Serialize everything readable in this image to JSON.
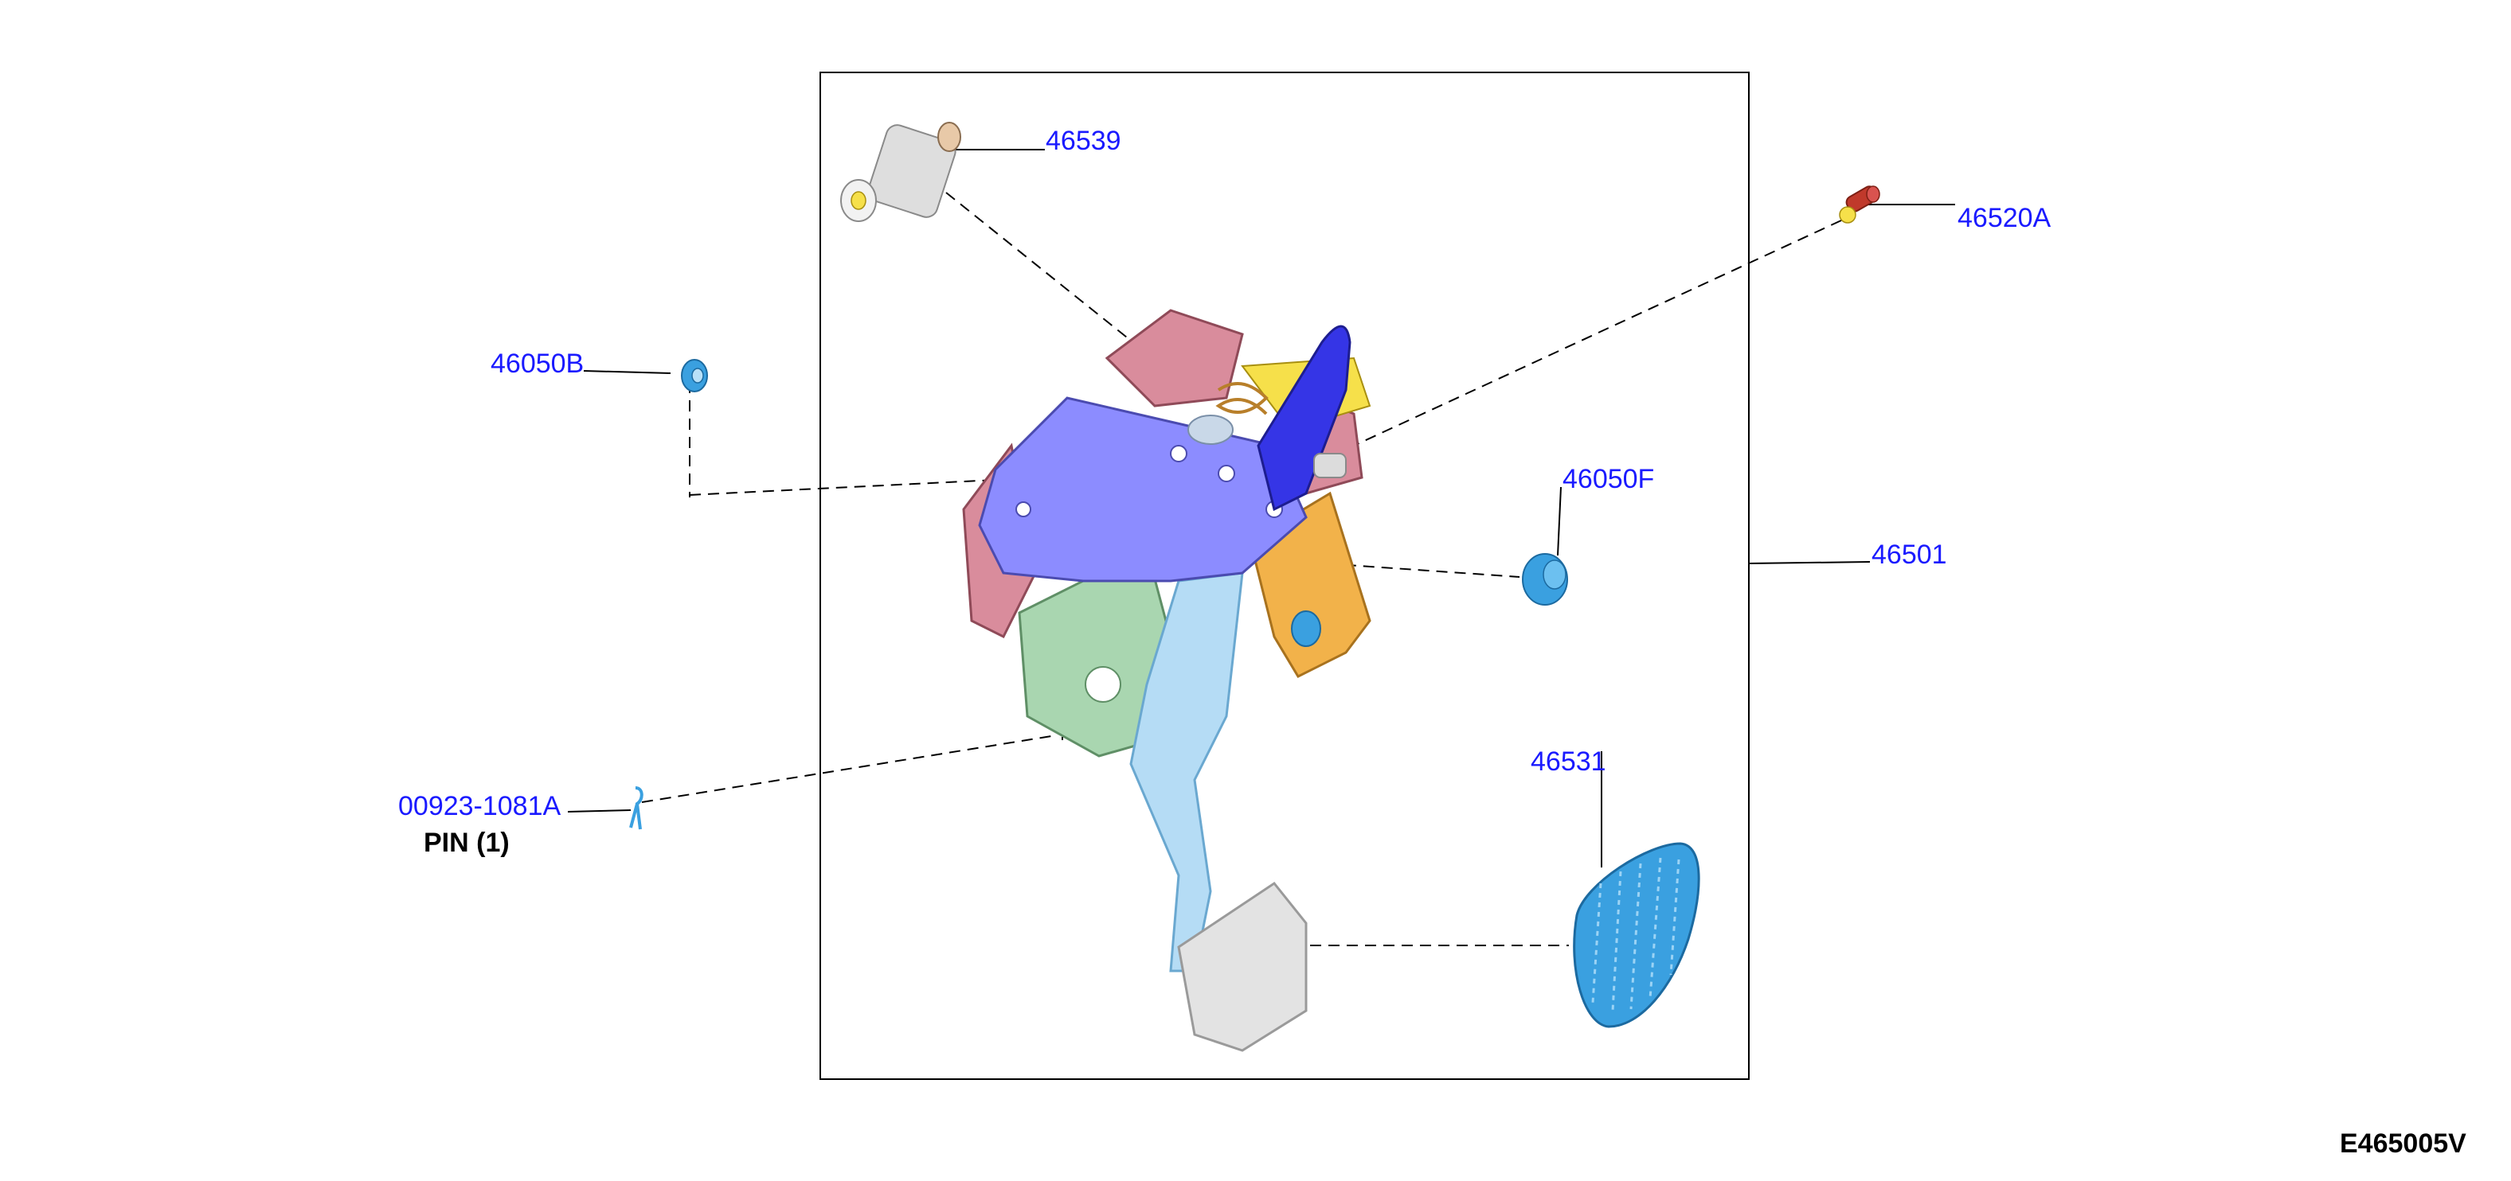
{
  "diagram": {
    "callouts": [
      {
        "id": "46539",
        "label": "46539"
      },
      {
        "id": "46520A",
        "label": "46520A"
      },
      {
        "id": "46050B",
        "label": "46050B"
      },
      {
        "id": "46050F",
        "label": "46050F"
      },
      {
        "id": "46501",
        "label": "46501"
      },
      {
        "id": "46531",
        "label": "46531"
      },
      {
        "id": "00923-1081A",
        "label": "00923-1081A",
        "sublabel": "PIN (1)"
      }
    ],
    "figure_code": "E465005V",
    "colors": {
      "callout_text": "#1a1aff",
      "bracket_purple": "#8c8cff",
      "pedal_arm_blue": "#b5dcf5",
      "parts_blue": "#3aa0e0",
      "bracket_pink": "#d98c9c",
      "bracket_green": "#a9d6b0",
      "bracket_orange": "#f2b24a",
      "pin_red": "#c0392b"
    }
  }
}
